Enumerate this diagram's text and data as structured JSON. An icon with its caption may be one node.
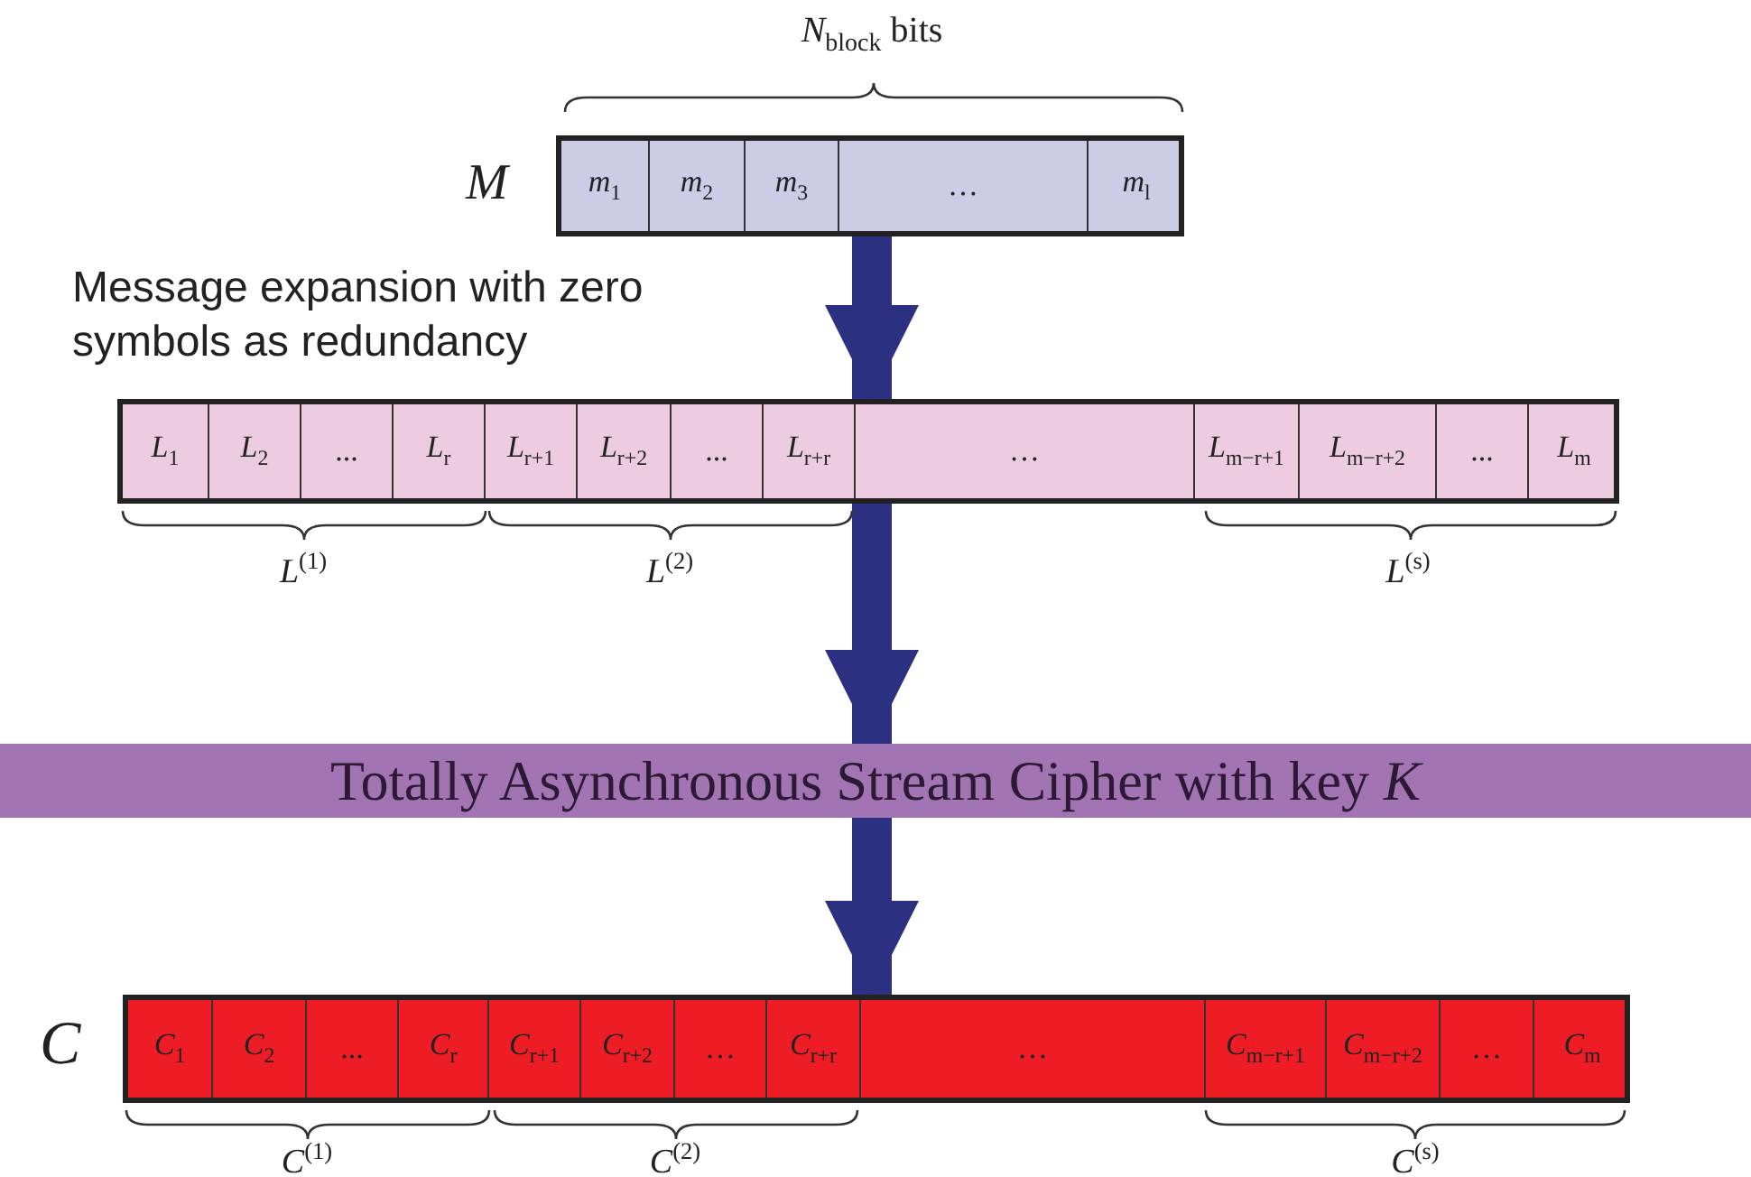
{
  "diagram": {
    "nodes": [
      {
        "text": [],
        "shape": "bar",
        "beside": [
          "*M*"
        ]
      },
      {
        "text": [
          "*m*$_{1}$"
        ],
        "in": 0
      },
      {
        "text": [
          "*m*$_{2}$"
        ],
        "in": 0
      },
      {
        "text": [
          "*m*$_{3}$"
        ],
        "in": 0
      },
      {
        "text": [
          "…"
        ],
        "in": 0
      },
      {
        "text": [
          "*m*$_{l}$"
        ],
        "in": 0
      },
      {
        "text": [],
        "shape": "bar"
      },
      {
        "text": [
          "*L*$_{1}$"
        ],
        "in": 6
      },
      {
        "text": [
          "*L*$_{2}$"
        ],
        "in": 6
      },
      {
        "text": [
          "..."
        ],
        "in": 6
      },
      {
        "text": [
          "*L*$_{r}$"
        ],
        "in": 6
      },
      {
        "text": [
          "*L*$_{r+1}$"
        ],
        "in": 6
      },
      {
        "text": [
          "*L*$_{r+2}$"
        ],
        "in": 6
      },
      {
        "text": [
          "..."
        ],
        "in": 6
      },
      {
        "text": [
          "*L*$_{r+r}$"
        ],
        "in": 6
      },
      {
        "text": [
          "…"
        ],
        "in": 6
      },
      {
        "text": [
          "*L*$_{m−r+1}$"
        ],
        "in": 6
      },
      {
        "text": [
          "*L*$_{m−r+2}$"
        ],
        "in": 6
      },
      {
        "text": [
          "..."
        ],
        "in": 6
      },
      {
        "text": [
          "*L*$_{m}$"
        ],
        "in": 6
      },
      {
        "text": [
          "Totally Asynchronous Stream Cipher with key *K*"
        ]
      },
      {
        "text": [],
        "shape": "bar",
        "beside": [
          "*C*"
        ]
      },
      {
        "text": [
          "*C*$_{1}$"
        ],
        "in": 21
      },
      {
        "text": [
          "*C*$_{2}$"
        ],
        "in": 21
      },
      {
        "text": [
          "..."
        ],
        "in": 21
      },
      {
        "text": [
          "*C*$_{r}$"
        ],
        "in": 21
      },
      {
        "text": [
          "*C*$_{r+1}$"
        ],
        "in": 21
      },
      {
        "text": [
          "*C*$_{r+2}$"
        ],
        "in": 21
      },
      {
        "text": [
          "…"
        ],
        "in": 21
      },
      {
        "text": [
          "*C*$_{r+r}$"
        ],
        "in": 21
      },
      {
        "text": [
          "…"
        ],
        "in": 21
      },
      {
        "text": [
          "*C*$_{m−r+1}$"
        ],
        "in": 21
      },
      {
        "text": [
          "*C*$_{m−r+2}$"
        ],
        "in": 21
      },
      {
        "text": [
          "…"
        ],
        "in": 21
      },
      {
        "text": [
          "*C*$_{m}$"
        ],
        "in": 21
      }
    ],
    "edges": [
      {
        "from": 0,
        "to": 6,
        "arrow": "to"
      },
      {
        "from": 6,
        "to": 20,
        "arrow": "to"
      },
      {
        "from": 20,
        "to": 21,
        "arrow": "to"
      }
    ],
    "labels": [
      "*N*$_{block}$ bits",
      "Message expansion with zero symbols as redundancy",
      "*L*$^{(1)}$",
      "*L*$^{(2)}$",
      "*L*$^{(s)}$",
      "*C*$^{(1)}$",
      "*C*$^{(2)}$",
      "*C*$^{(s)}$"
    ]
  }
}
